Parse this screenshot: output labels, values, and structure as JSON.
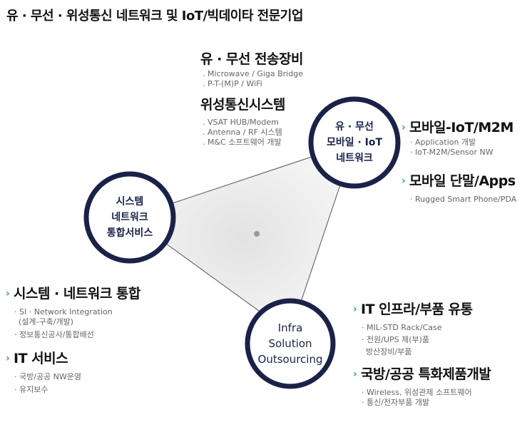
{
  "title": "유 · 무선 · 위성통신 네트워크 및 IoT/빅데이타 전문기업",
  "nodes": {
    "top": {
      "lines": [
        "유 · 무선",
        "모바일 · IoT",
        "네트워크"
      ]
    },
    "left": {
      "lines": [
        "시스템",
        "네트워크",
        "통합서비스"
      ]
    },
    "bottom": {
      "lines": [
        "Infra",
        "Solution",
        "Outsourcing"
      ]
    }
  },
  "groups": {
    "wired_wireless": {
      "heading": "유 · 무선 전송장비",
      "items": [
        ". Microwave / Giga Bridge",
        ". P-T-(M)P / WiFi"
      ]
    },
    "satellite": {
      "heading": "위성통신시스템",
      "items": [
        ". VSAT HUB/Modem",
        ". Antenna / RF 시스템",
        ". M&C 소프트웨어 개발"
      ]
    },
    "mobile_iot": {
      "heading": "모바일-IoT/M2M",
      "items": [
        "· Application 개발",
        "· IoT-M2M/Sensor NW"
      ]
    },
    "mobile_terminal": {
      "heading": "모바일 단말/Apps",
      "items": [
        "· Rugged Smart Phone/PDA"
      ]
    },
    "system_network": {
      "heading": "시스템 · 네트워크 통합",
      "items": [
        "· SI · Network Integration",
        "(설계-구축/개발)",
        "· 정보통신공사/통합배선"
      ]
    },
    "it_service": {
      "heading": "IT 서비스",
      "items": [
        "· 국방/공공 NW운영",
        "· 유지보수"
      ]
    },
    "it_infra": {
      "heading": "IT 인프라/부품 유통",
      "items": [
        "· MIL-STD Rack/Case",
        "· 전원/UPS 제(부)품",
        "방산장비/부품"
      ]
    },
    "defense": {
      "heading": "국방/공공 특화제품개발",
      "items": [
        "· Wireless, 위성관제 소프트웨어",
        "· 통신/전자부품 개발"
      ]
    }
  },
  "colors": {
    "node_ring": "#1a2247",
    "marker": "#3a8fd0",
    "connector": "#555555",
    "triangle_fill": "#ececec"
  }
}
